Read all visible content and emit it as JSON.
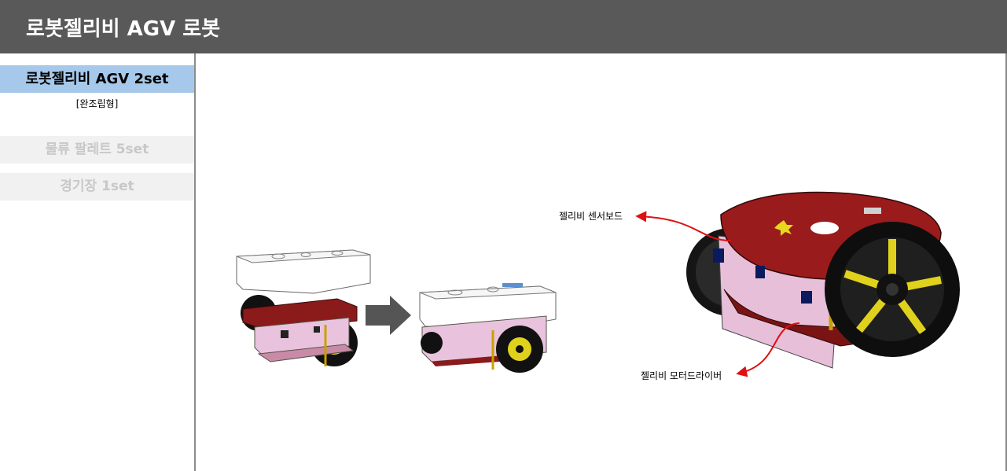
{
  "header": {
    "title": "로봇젤리비 AGV 로봇"
  },
  "sidebar": {
    "items": [
      {
        "label": "로봇젤리비 AGV 2set",
        "sub": "[완조립형]",
        "active": true
      },
      {
        "label": "물류 팔레트 5set",
        "active": false
      },
      {
        "label": "경기장 1set",
        "active": false
      }
    ]
  },
  "content": {
    "labels": {
      "sensor_board": "젤리비 센서보드",
      "motor_driver": "젤리비 모터드라이버"
    }
  },
  "colors": {
    "header_bg": "#595959",
    "active_bg": "#a6c8ea",
    "inactive_bg": "#f1f1f1",
    "inactive_text": "#c8c8c8",
    "pcb_red": "#8b1a1a",
    "arrow_red": "#e01010"
  },
  "icons": [
    "arrow-right-icon"
  ]
}
